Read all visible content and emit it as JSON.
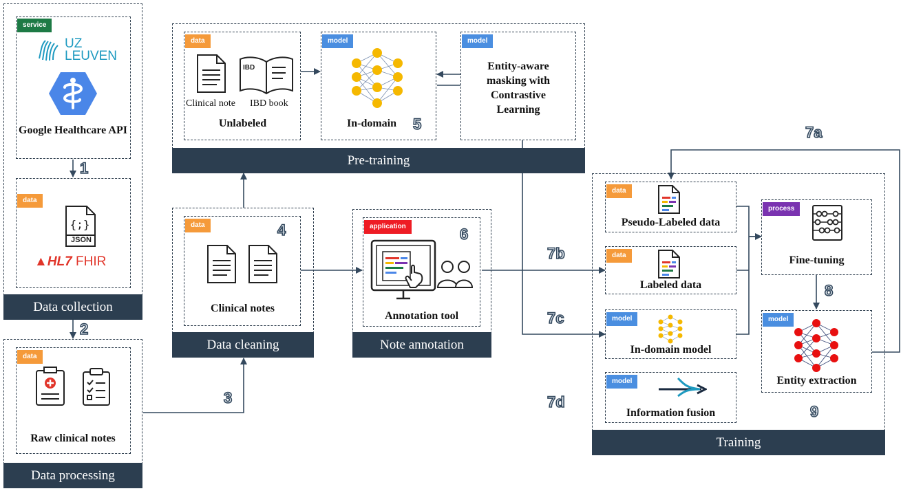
{
  "sections": {
    "data_collection": "Data collection",
    "data_processing": "Data processing",
    "pre_training": "Pre-training",
    "data_cleaning": "Data cleaning",
    "note_annotation": "Note annotation",
    "training": "Training"
  },
  "tags": {
    "service": "service",
    "data": "data",
    "model": "model",
    "application": "application",
    "process": "process"
  },
  "labels": {
    "uz_line1": "UZ",
    "uz_line2": "LEUVEN",
    "google_api": "Google Healthcare API",
    "json": "JSON",
    "hl7": "HL7",
    "fhir": "FHIR",
    "raw_notes": "Raw clinical notes",
    "clinical_note": "Clinical note",
    "ibd_book": "IBD book",
    "ibd": "IBD",
    "unlabeled": "Unlabeled",
    "in_domain": "In-domain",
    "entity_masking": "Entity-aware masking with Contrastive Learning",
    "clinical_notes": "Clinical notes",
    "annotation_tool": "Annotation tool",
    "pseudo_labeled": "Pseudo-Labeled data",
    "labeled": "Labeled data",
    "in_domain_model": "In-domain model",
    "info_fusion": "Information fusion",
    "fine_tuning": "Fine-tuning",
    "entity_extraction": "Entity extraction"
  },
  "steps": {
    "s1": "1",
    "s2": "2",
    "s3": "3",
    "s4": "4",
    "s5": "5",
    "s6": "6",
    "s7a": "7a",
    "s7b": "7b",
    "s7c": "7c",
    "s7d": "7d",
    "s8": "8",
    "s9": "9"
  },
  "colors": {
    "bar": "#2c3e50",
    "data": "#f59a3a",
    "model": "#4a8ee0",
    "service": "#1d7a45",
    "application": "#ee1c24",
    "process": "#7a33b0",
    "neuron_yellow": "#f5b800",
    "neuron_red": "#e81010"
  }
}
